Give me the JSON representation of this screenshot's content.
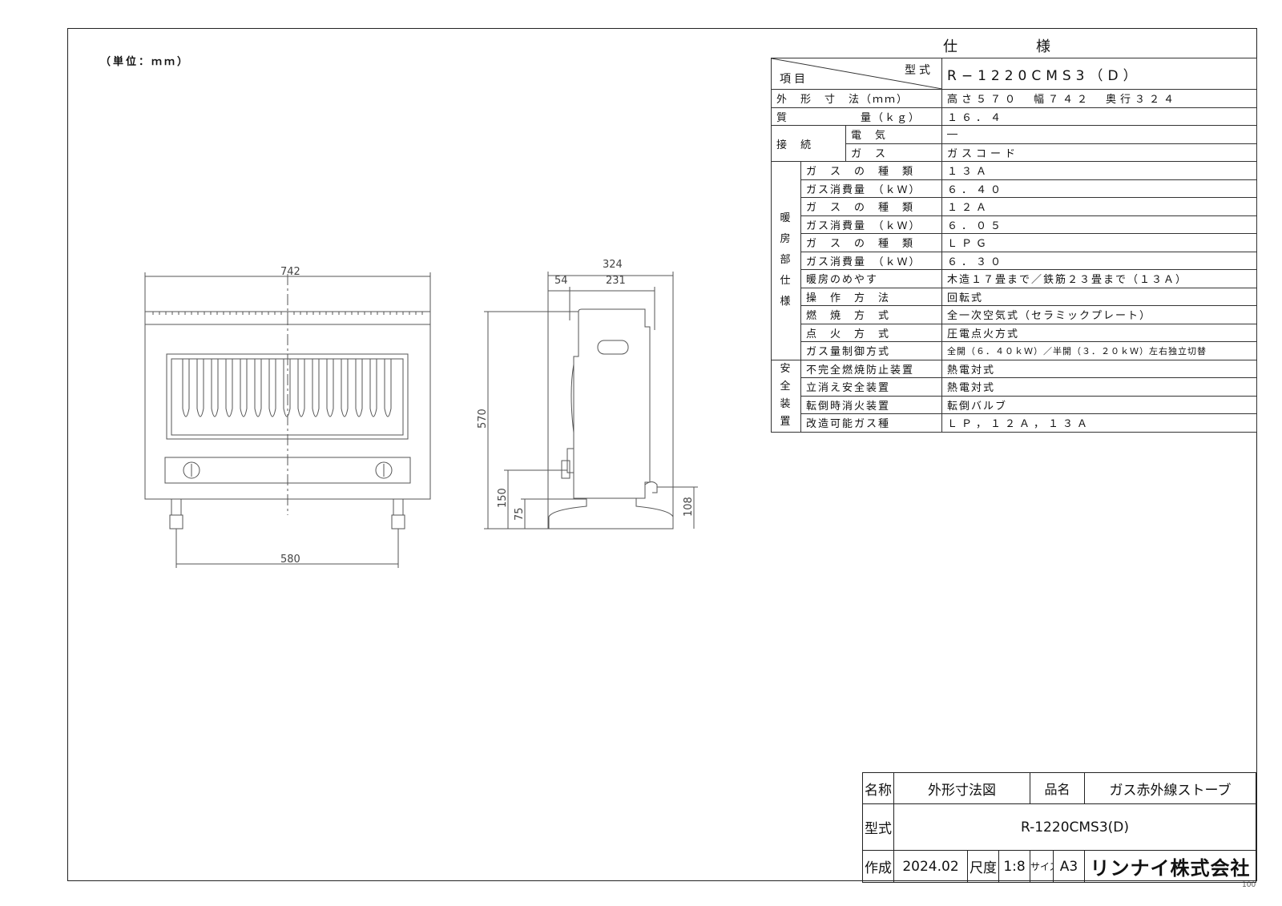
{
  "unit_note": "（単位：ｍｍ）",
  "spec": {
    "title": "仕　様",
    "header_model_label": "型式",
    "header_item_label": "項目",
    "model_value": "R−1220CMS3（D）",
    "rows": {
      "dimensions_label": "外　形　寸　法（ｍｍ）",
      "dimensions_value": "高さ５７０　幅７４２　奥行３２４",
      "weight_label": "質　　　　　　量（ｋｇ）",
      "weight_value": "１６．４",
      "connection_label": "接　続",
      "electric_label": "電　気",
      "electric_value": "―",
      "gas_label": "ガ　ス",
      "gas_value": "ガスコード",
      "heating_group": [
        "暖",
        "房",
        "部",
        "仕",
        "様"
      ],
      "gas_type_label": "ガ　ス　の　種　類",
      "gas_consumption_label": "ガス消費量　（ｋＷ）",
      "gas_type_13a": "１３Ａ",
      "consumption_13a": "６．４０",
      "gas_type_12a": "１２Ａ",
      "consumption_12a": "６．０５",
      "gas_type_lpg": "ＬＰＧ",
      "consumption_lpg": "６．３０",
      "heating_area_label": "暖房のめやす",
      "heating_area_value": "木造１７畳まで／鉄筋２３畳まで（１３Ａ）",
      "operation_label": "操　作　方　法",
      "operation_value": "回転式",
      "combustion_label": "燃　焼　方　式",
      "combustion_value": "全一次空気式（セラミックプレート）",
      "ignition_label": "点　火　方　式",
      "ignition_value": "圧電点火方式",
      "gas_control_label": "ガス量制御方式",
      "gas_control_value": "全開（６．４０ｋＷ）／半開（３．２０ｋＷ）左右独立切替",
      "safety_group": [
        "安",
        "全",
        "装",
        "置"
      ],
      "incomplete_label": "不完全燃焼防止装置",
      "incomplete_value": "熱電対式",
      "flameout_label": "立消え安全装置",
      "flameout_value": "熱電対式",
      "tipover_label": "転倒時消火装置",
      "tipover_value": "転倒バルブ",
      "convertible_label": "改造可能ガス種",
      "convertible_value": "ＬＰ，１２Ａ，１３Ａ"
    }
  },
  "drawing": {
    "dims": {
      "width": "742",
      "leg_span": "580",
      "depth": "324",
      "depth_a": "54",
      "depth_b": "231",
      "height": "570",
      "h150": "150",
      "h75": "75",
      "h108": "108"
    }
  },
  "title_block": {
    "name_label": "名称",
    "name_value": "外形寸法図",
    "product_label": "品名",
    "product_value": "ガス赤外線ストーブ",
    "model_label": "型式",
    "model_value": "R-1220CMS3(D)",
    "made_label": "作成",
    "made_value": "2024.02",
    "scale_label": "尺度",
    "scale_value": "1:8",
    "size_label": "サイズ",
    "size_value": "A3",
    "company": "リンナイ株式会社"
  },
  "page_number": "100"
}
